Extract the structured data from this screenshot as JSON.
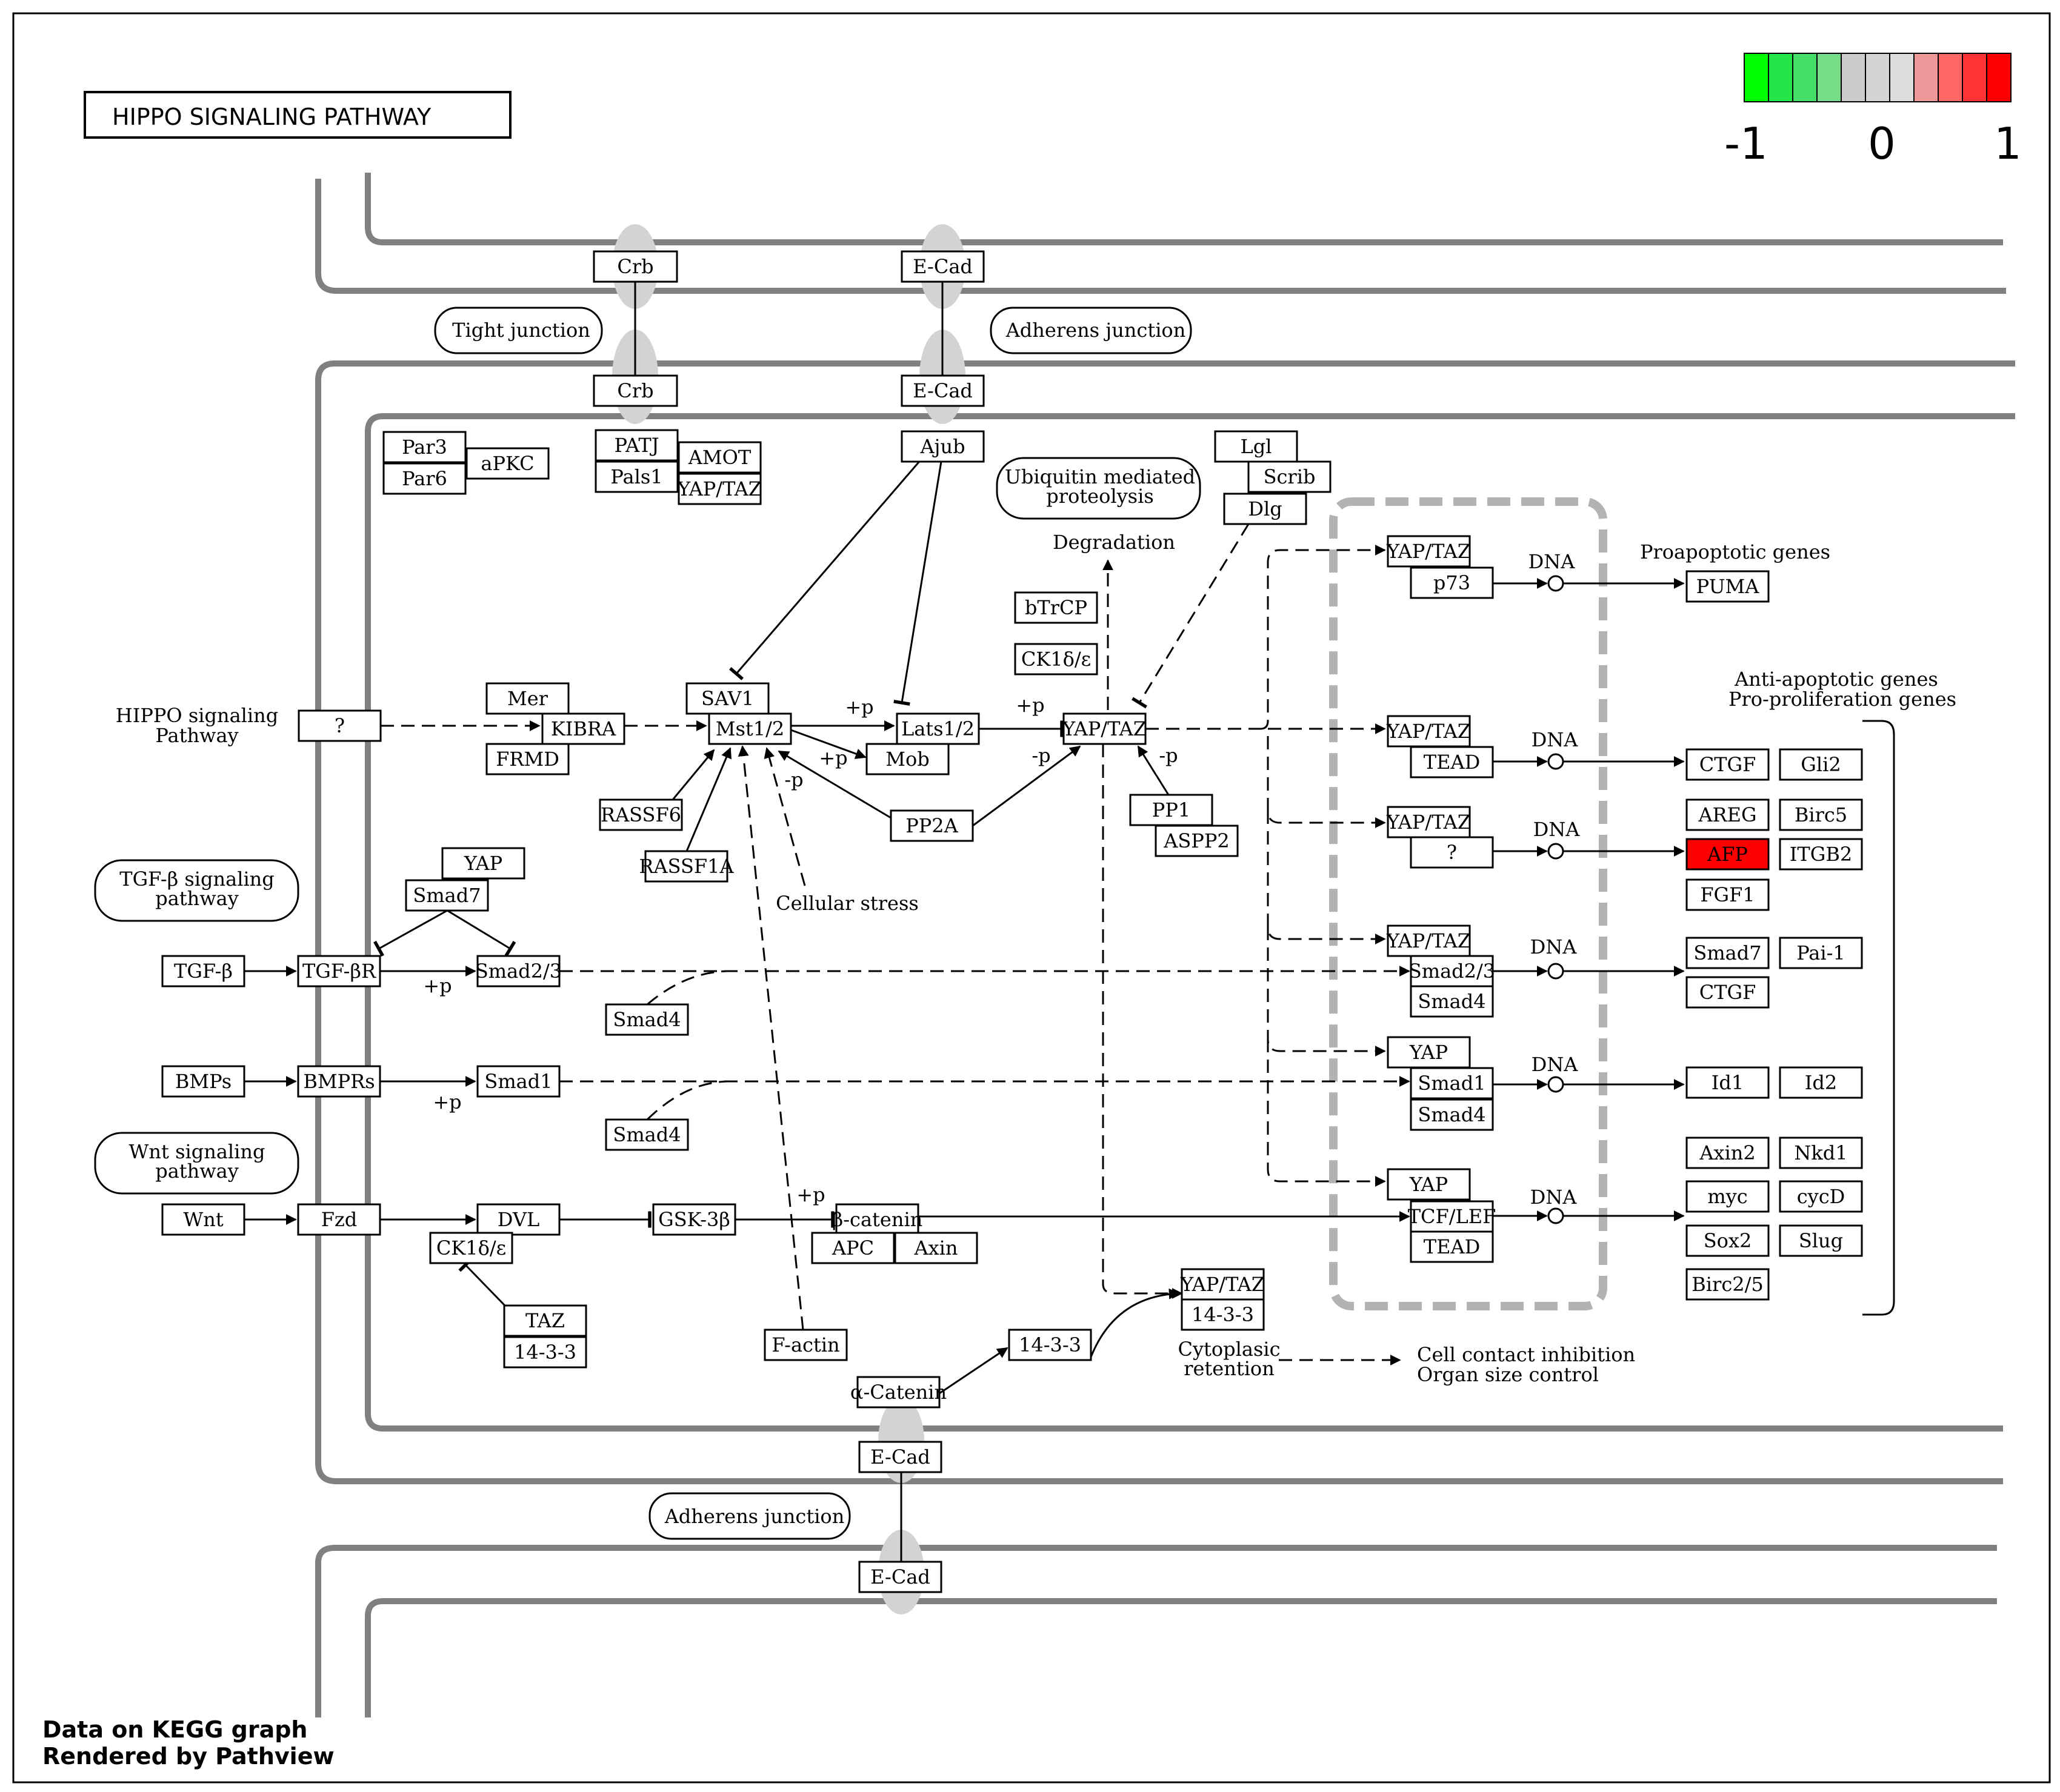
{
  "title": "HIPPO SIGNALING PATHWAY",
  "legend": {
    "min_label": "-1",
    "mid_label": "0",
    "max_label": "1",
    "colors": [
      "#00ff00",
      "#22e64a",
      "#44dd66",
      "#77dd88",
      "#cccccc",
      "#d3d3d3",
      "#dddddd",
      "#ee9999",
      "#ff6666",
      "#ff3333",
      "#ff0000"
    ]
  },
  "footer": {
    "line1": "Data on KEGG graph",
    "line2": "Rendered by Pathview"
  },
  "colors": {
    "membrane": "#808080",
    "membrane_oval": "#d3d3d3",
    "highlight": "#ff0000",
    "dashed_box": "#b3b3b3"
  },
  "nodes": {
    "crb_top": "Crb",
    "crb_bot": "Crb",
    "ecad_top": "E-Cad",
    "ecad_mid": "E-Cad",
    "par3": "Par3",
    "par6": "Par6",
    "apkc": "aPKC",
    "patj": "PATJ",
    "pals1": "Pals1",
    "amot": "AMOT",
    "yaptaz_amot": "YAP/TAZ",
    "ajub": "Ajub",
    "lgl": "Lgl",
    "scrib": "Scrib",
    "dlg": "Dlg",
    "q_hippo": "?",
    "mer": "Mer",
    "kibra": "KIBRA",
    "frmd": "FRMD",
    "sav1": "SAV1",
    "mst12": "Mst1/2",
    "lats12": "Lats1/2",
    "mob": "Mob",
    "btrcp": "bTrCP",
    "ck1de": "CK1δ/ε",
    "yaptaz_main": "YAP/TAZ",
    "rassf6": "RASSF6",
    "rassf1a": "RASSF1A",
    "pp2a": "PP2A",
    "pp1": "PP1",
    "aspp2": "ASPP2",
    "yap_tgf": "YAP",
    "smad7_tgf": "Smad7",
    "tgfb": "TGF-β",
    "tgfbr": "TGF-βR",
    "smad23": "Smad2/3",
    "smad4_a": "Smad4",
    "bmps": "BMPs",
    "bmprs": "BMPRs",
    "smad1": "Smad1",
    "smad4_b": "Smad4",
    "wnt": "Wnt",
    "fzd": "Fzd",
    "dvl": "DVL",
    "ck1de_2": "CK1δ/ε",
    "gsk3b": "GSK-3β",
    "bcatenin": "β-catenin",
    "apc": "APC",
    "axin": "Axin",
    "taz": "TAZ",
    "t1433_a": "14-3-3",
    "factin": "F-actin",
    "acatenin": "α-Catenin",
    "t1433_b": "14-3-3",
    "yaptaz_cyto": "YAP/TAZ",
    "t1433_c": "14-3-3",
    "ecad_low1": "E-Cad",
    "ecad_low2": "E-Cad",
    "n_yaptaz1": "YAP/TAZ",
    "n_p73": "p73",
    "n_yaptaz2": "YAP/TAZ",
    "n_tead1": "TEAD",
    "n_yaptaz3": "YAP/TAZ",
    "n_q": "?",
    "n_yaptaz4": "YAP/TAZ",
    "n_smad23": "Smad2/3",
    "n_smad4a": "Smad4",
    "n_yap1": "YAP",
    "n_smad1": "Smad1",
    "n_smad4b": "Smad4",
    "n_yap2": "YAP",
    "n_tcflef": "TCF/LEF",
    "n_tead2": "TEAD",
    "puma": "PUMA",
    "ctgf1": "CTGF",
    "gli2": "Gli2",
    "areg": "AREG",
    "birc5": "Birc5",
    "afp": "AFP",
    "itgb2": "ITGB2",
    "fgf1": "FGF1",
    "smad7_t": "Smad7",
    "pai1": "Pai-1",
    "ctgf2": "CTGF",
    "id1": "Id1",
    "id2": "Id2",
    "axin2": "Axin2",
    "nkd1": "Nkd1",
    "myc": "myc",
    "cycd": "cycD",
    "sox2": "Sox2",
    "slug": "Slug",
    "birc25": "Birc2/5"
  },
  "labels": {
    "tight_junction": "Tight junction",
    "adherens_junction_top": "Adherens junction",
    "adherens_junction_bot": "Adherens junction",
    "ubiquitin_1": "Ubiquitin mediated",
    "ubiquitin_2": "proteolysis",
    "degradation": "Degradation",
    "hippo_path_1": "HIPPO signaling",
    "hippo_path_2": "Pathway",
    "tgfb_path_1": "TGF-β signaling",
    "tgfb_path_2": "pathway",
    "wnt_path_1": "Wnt signaling",
    "wnt_path_2": "pathway",
    "cellular_stress": "Cellular stress",
    "proapoptotic": "Proapoptotic genes",
    "antiapoptotic_1": "Anti-apoptotic genes",
    "antiapoptotic_2": "Pro-proliferation genes",
    "cyto_ret_1": "Cytoplasic",
    "cyto_ret_2": "retention",
    "cell_contact_1": "Cell contact inhibition",
    "cell_contact_2": "Organ size control",
    "dna1": "DNA",
    "dna2": "DNA",
    "dna3": "DNA",
    "dna4": "DNA",
    "dna5": "DNA",
    "dna6": "DNA",
    "plus_p1": "+p",
    "plus_p2": "+p",
    "plus_p3": "+p",
    "plus_p4": "+p",
    "plus_p5": "+p",
    "plus_p6": "+p",
    "minus_p1": "-p",
    "minus_p2": "-p",
    "minus_p3": "-p"
  }
}
